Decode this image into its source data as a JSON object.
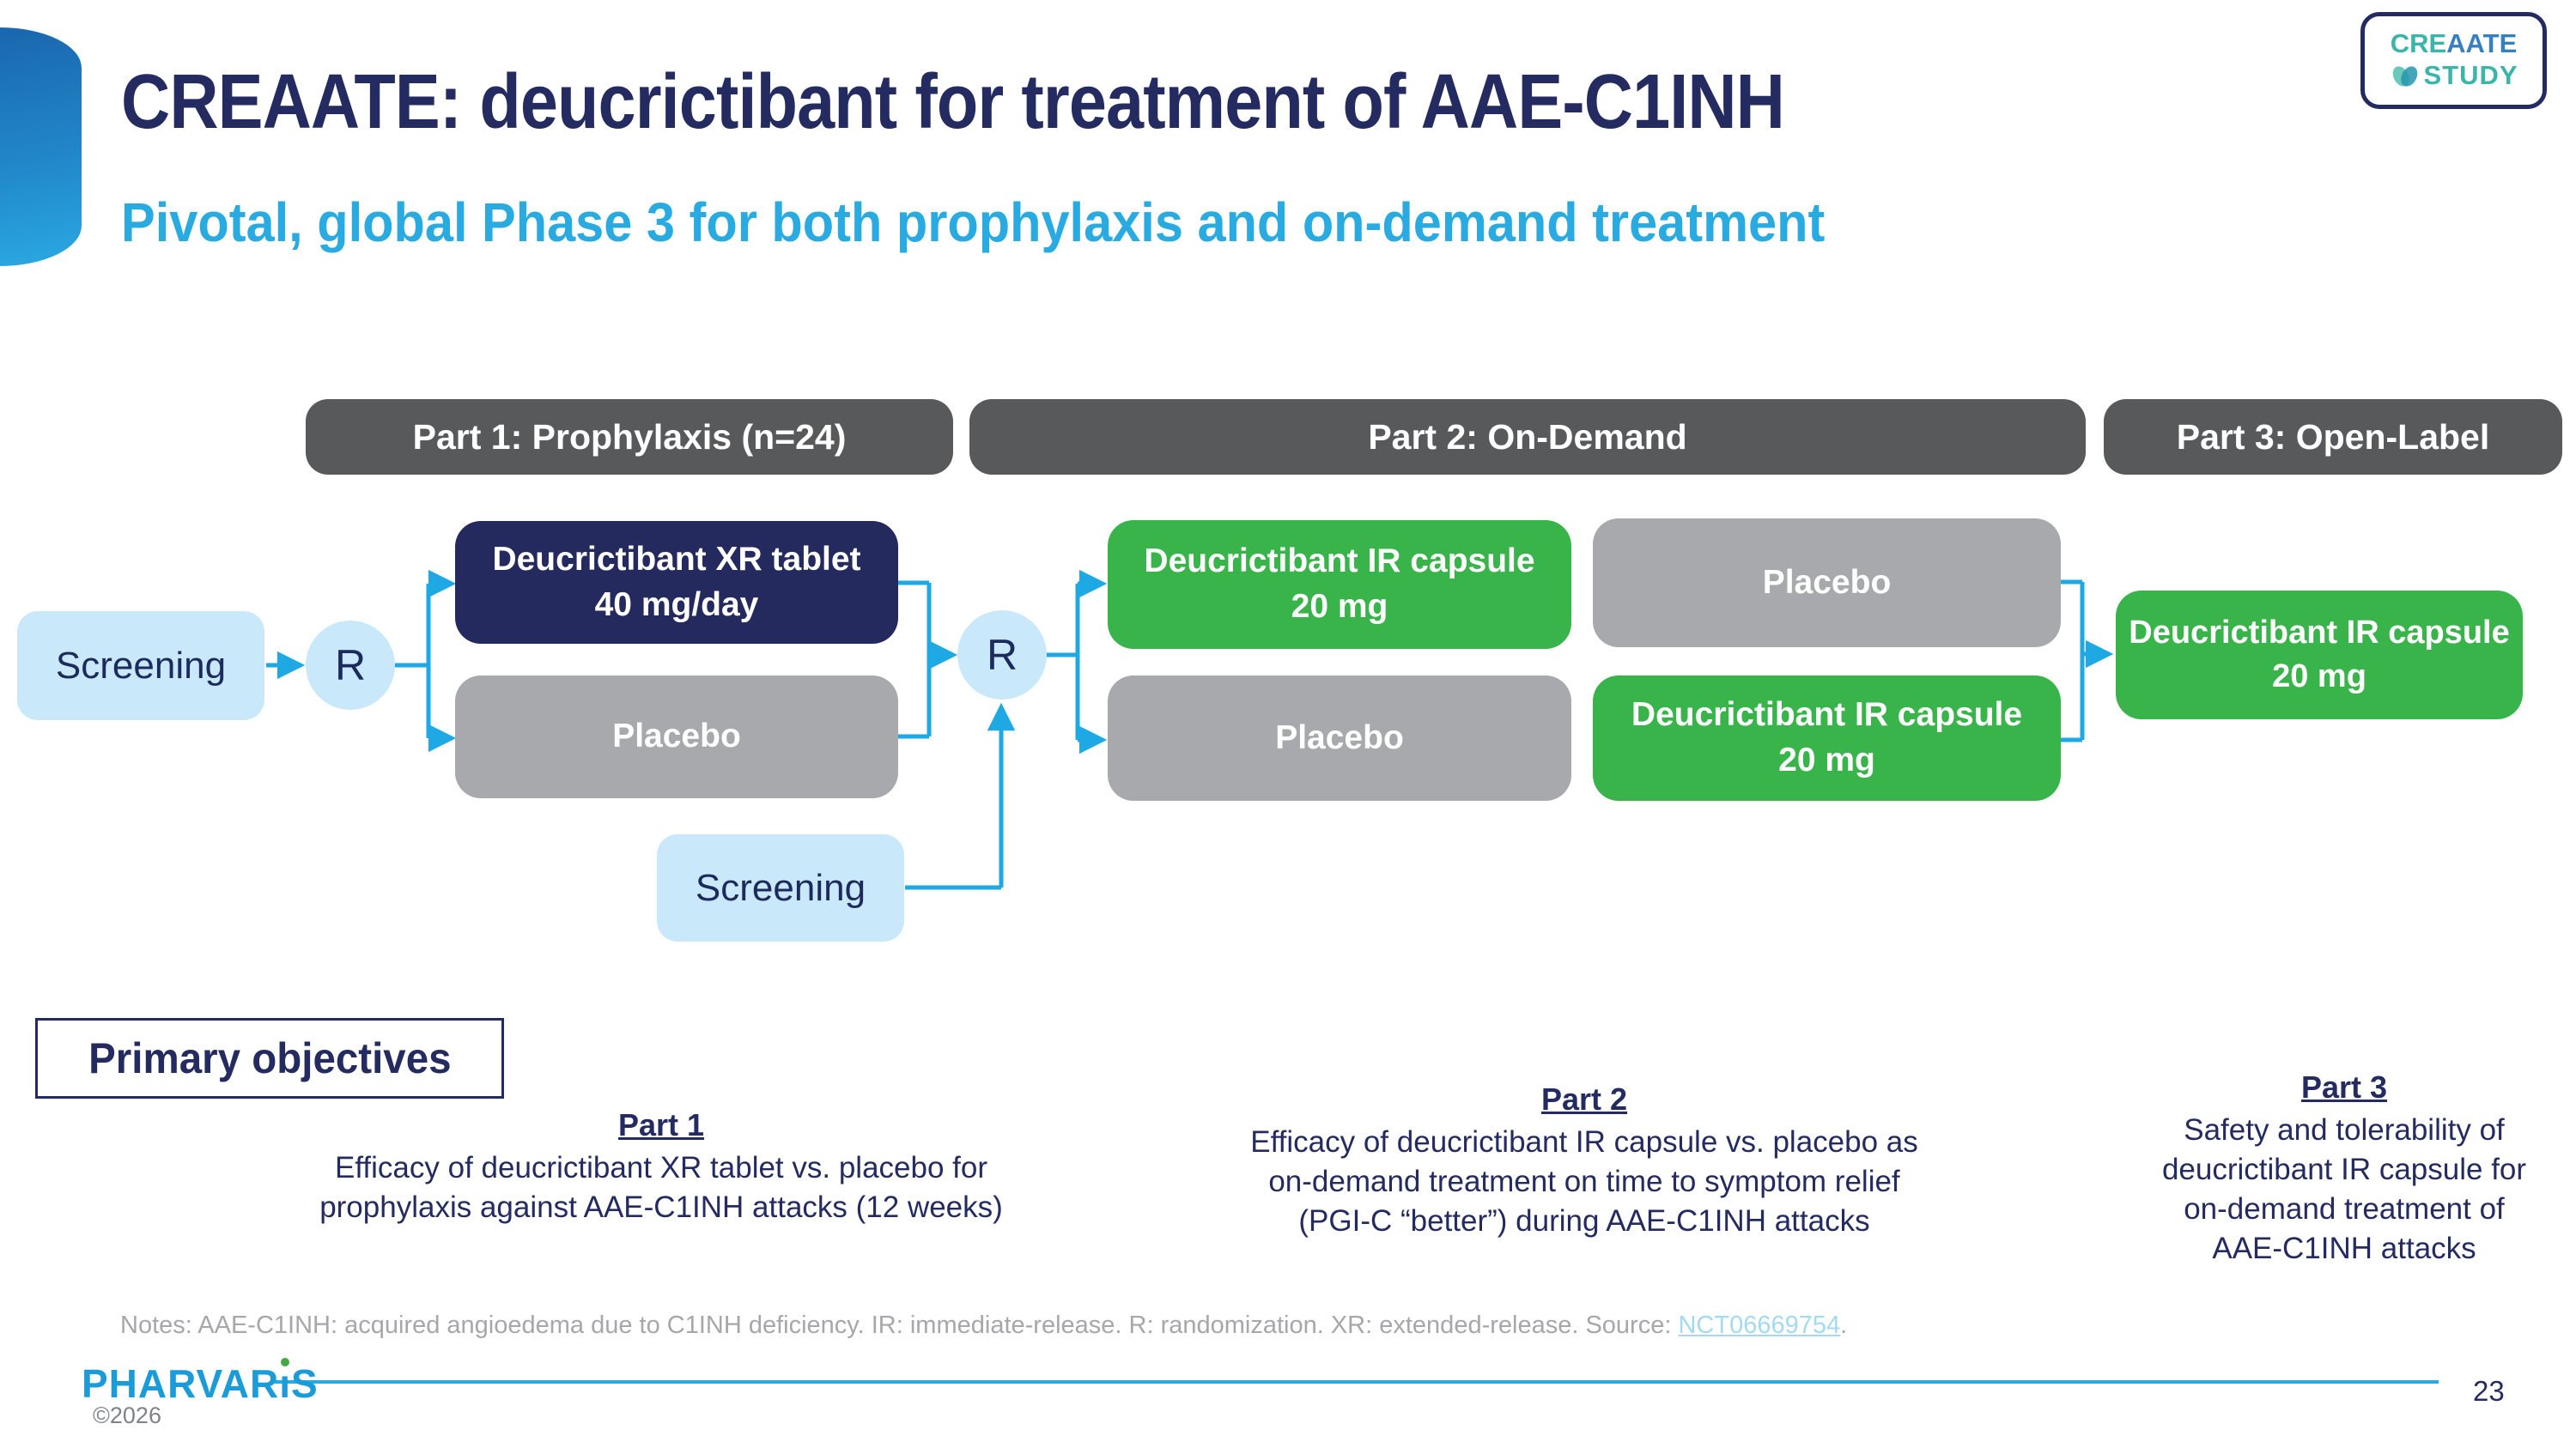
{
  "slide": {
    "title": "CREAATE: deucrictibant for treatment of AAE-C1INH",
    "subtitle": "Pivotal, global Phase 3 for both prophylaxis and on-demand treatment",
    "page_number": "23",
    "copyright": "©2026"
  },
  "logo_badge": {
    "line1_teal": "CRE",
    "line1_blue": "AATE",
    "line2": "STUDY",
    "heart_icon": "heart-icon"
  },
  "brand": {
    "wordmark_pre": "PHARVAR",
    "wordmark_i": "ı",
    "wordmark_post": "S"
  },
  "colors": {
    "navy": "#252a5e",
    "accent_blue": "#29abe2",
    "arrow_blue": "#1ea9e4",
    "light_blue_box": "#c9e9fb",
    "green_box": "#39b44a",
    "gray_box": "#a7a9ac",
    "header_gray": "#58595b",
    "notes_gray": "#a6a6ab",
    "link_blue": "#a3daf3",
    "pharvaris_blue": "#1b9cd8",
    "pharvaris_green": "#44a942",
    "logo_teal": "#3bb5aa",
    "logo_blue": "#3680c1"
  },
  "diagram": {
    "part_headers": [
      {
        "label": "Part 1: Prophylaxis (n=24)"
      },
      {
        "label": "Part 2: On-Demand"
      },
      {
        "label": "Part 3: Open-Label"
      }
    ],
    "nodes": {
      "screening1": "Screening",
      "r1": "R",
      "xr_tablet": {
        "line1": "Deucrictibant XR tablet",
        "line2": "40 mg/day"
      },
      "placebo1": "Placebo",
      "screening2": "Screening",
      "r2": "R",
      "p2c1_active": {
        "line1": "Deucrictibant IR capsule",
        "line2": "20 mg"
      },
      "p2c1_placebo": "Placebo",
      "p2c2_placebo": "Placebo",
      "p2c2_active": {
        "line1": "Deucrictibant IR capsule",
        "line2": "20 mg"
      },
      "p3_active": {
        "line1": "Deucrictibant IR capsule",
        "line2": "20 mg"
      }
    }
  },
  "objectives": {
    "box_label": "Primary objectives",
    "parts": [
      {
        "heading": "Part 1",
        "lines": [
          "Efficacy of deucrictibant XR tablet vs. placebo for",
          "prophylaxis against AAE-C1INH attacks (12 weeks)"
        ]
      },
      {
        "heading": "Part 2",
        "lines": [
          "Efficacy of deucrictibant IR capsule vs. placebo as",
          "on-demand treatment on time to symptom relief",
          "(PGI-C “better”) during AAE-C1INH attacks"
        ]
      },
      {
        "heading": "Part 3",
        "lines": [
          "Safety and tolerability of",
          "deucrictibant IR capsule for",
          "on-demand treatment of",
          "AAE-C1INH attacks"
        ]
      }
    ]
  },
  "notes": {
    "prefix": "Notes: AAE-C1INH: acquired angioedema due to C1INH deficiency. IR: immediate-release. R: randomization. XR: extended-release. Source: ",
    "link": "NCT06669754",
    "suffix": "."
  }
}
